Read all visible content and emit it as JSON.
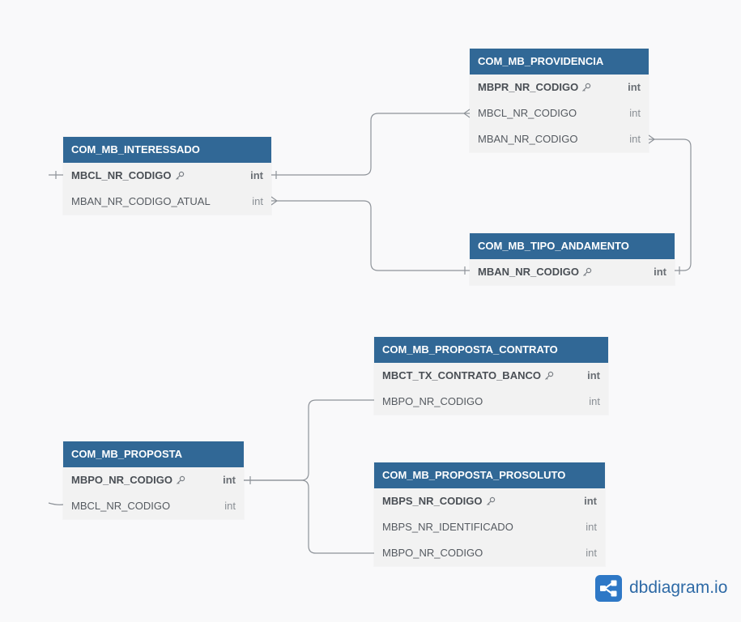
{
  "brand": {
    "name": "dbdiagram.io",
    "icon": "dbdiagram-logo-icon",
    "color": "#2e6aa6"
  },
  "colors": {
    "header": "#316896",
    "body": "#f2f2f2",
    "line": "#8e9399",
    "background": "#f9f9fa"
  },
  "tables": {
    "interessado": {
      "name": "COM_MB_INTERESSADO",
      "columns": [
        {
          "name": "MBCL_NR_CODIGO",
          "type": "int",
          "pk": true
        },
        {
          "name": "MBAN_NR_CODIGO_ATUAL",
          "type": "int",
          "pk": false
        }
      ]
    },
    "providencia": {
      "name": "COM_MB_PROVIDENCIA",
      "columns": [
        {
          "name": "MBPR_NR_CODIGO",
          "type": "int",
          "pk": true
        },
        {
          "name": "MBCL_NR_CODIGO",
          "type": "int",
          "pk": false
        },
        {
          "name": "MBAN_NR_CODIGO",
          "type": "int",
          "pk": false
        }
      ]
    },
    "tipo_andamento": {
      "name": "COM_MB_TIPO_ANDAMENTO",
      "columns": [
        {
          "name": "MBAN_NR_CODIGO",
          "type": "int",
          "pk": true
        }
      ]
    },
    "proposta_contrato": {
      "name": "COM_MB_PROPOSTA_CONTRATO",
      "columns": [
        {
          "name": "MBCT_TX_CONTRATO_BANCO",
          "type": "int",
          "pk": true
        },
        {
          "name": "MBPO_NR_CODIGO",
          "type": "int",
          "pk": false
        }
      ]
    },
    "proposta": {
      "name": "COM_MB_PROPOSTA",
      "columns": [
        {
          "name": "MBPO_NR_CODIGO",
          "type": "int",
          "pk": true
        },
        {
          "name": "MBCL_NR_CODIGO",
          "type": "int",
          "pk": false
        }
      ]
    },
    "proposta_prosoluto": {
      "name": "COM_MB_PROPOSTA_PROSOLUTO",
      "columns": [
        {
          "name": "MBPS_NR_CODIGO",
          "type": "int",
          "pk": true
        },
        {
          "name": "MBPS_NR_IDENTIFICADO",
          "type": "int",
          "pk": false
        },
        {
          "name": "MBPO_NR_CODIGO",
          "type": "int",
          "pk": false
        }
      ]
    }
  }
}
